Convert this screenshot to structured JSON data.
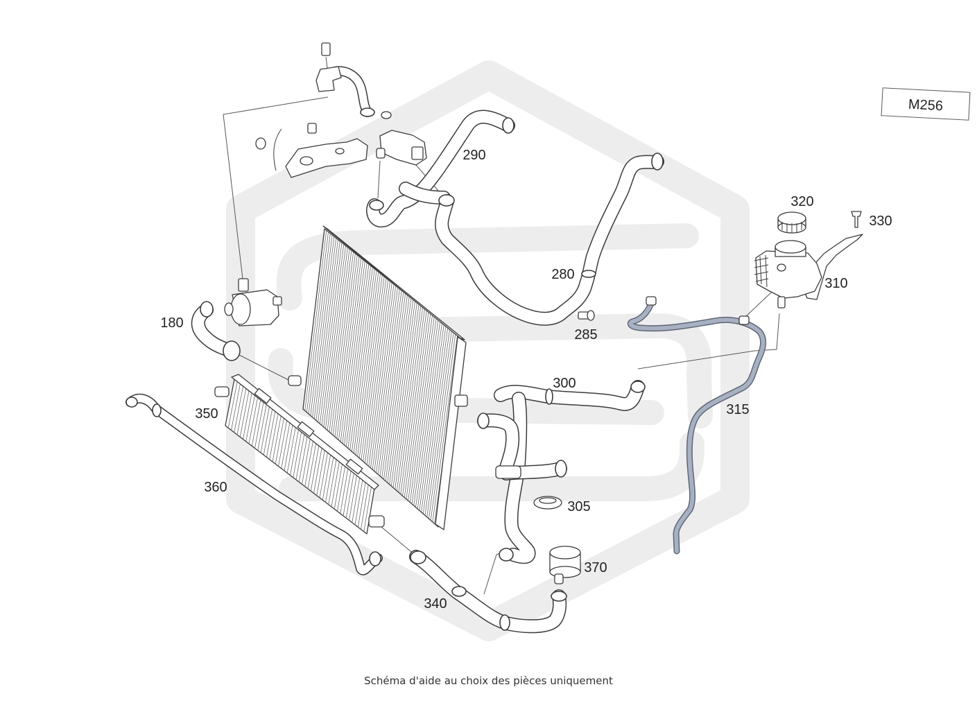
{
  "diagram": {
    "engine_code": "M256",
    "callouts": {
      "p180": "180",
      "p280": "280",
      "p285": "285",
      "p290": "290",
      "p300": "300",
      "p305": "305",
      "p310": "310",
      "p315": "315",
      "p320": "320",
      "p330": "330",
      "p340": "340",
      "p350": "350",
      "p360": "360",
      "p370": "370"
    },
    "footer": "Schéma d'aide au choix des pièces uniquement"
  },
  "colors": {
    "line": "#3a3a3a",
    "watermark": "#ededed",
    "sensor_line": "#a7b1c2",
    "label": "#222222"
  }
}
